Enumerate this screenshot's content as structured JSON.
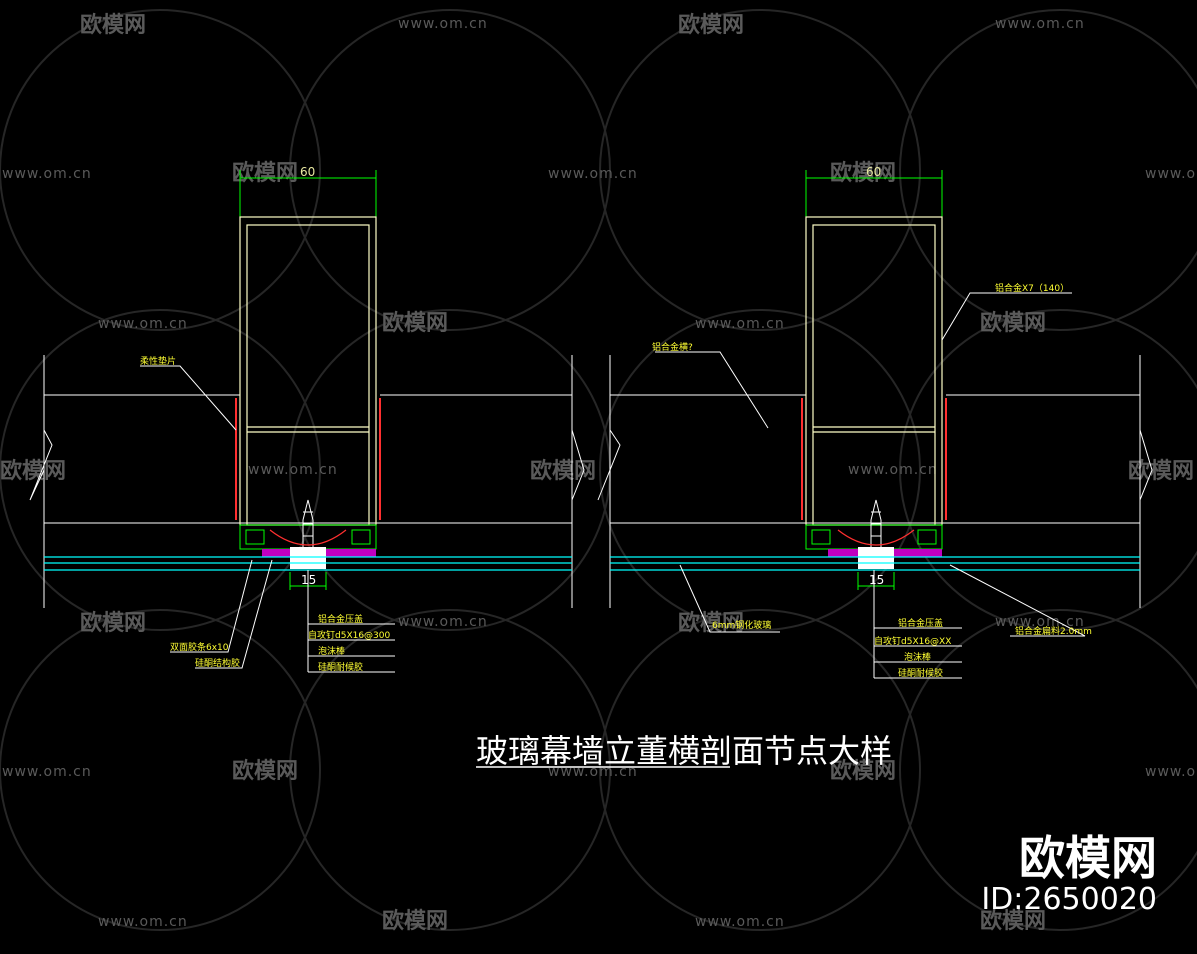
{
  "watermark": {
    "url": "www.om.cn",
    "logo": "欧模网"
  },
  "brand": {
    "name": "欧模网",
    "id": "ID:2650020"
  },
  "title": "玻璃幕墙立董横剖面节点大样",
  "left_detail": {
    "top_dim": "60",
    "bottom_dim": "15",
    "labels": {
      "gasket": "柔性垫片",
      "tape": "双面胶条6x10",
      "sealant": "硅酮结构胶"
    },
    "legend": [
      "铝合金压盖",
      "自攻钉d5X16@300",
      "泡沫棒",
      "硅酮耐候胶"
    ]
  },
  "right_detail": {
    "top_dim": "60",
    "bottom_dim": "15",
    "labels": {
      "mullion": "铝合金X7（140）",
      "transom": "铝合金横?",
      "glass": "6mm钢化玻璃",
      "profile": "铝合金扁料2.0mm"
    },
    "legend": [
      "铝合金压盖",
      "自攻钉d5X16@XX",
      "泡沫棒",
      "硅酮耐候胶"
    ]
  },
  "colors": {
    "background": "#000000",
    "frame": "#ffffc8",
    "dim_line": "#00ff00",
    "glass": "#00ffff",
    "gasket": "#ff3030",
    "foam": "#c000c0",
    "leader": "#ffffff",
    "label": "#ffff33"
  }
}
